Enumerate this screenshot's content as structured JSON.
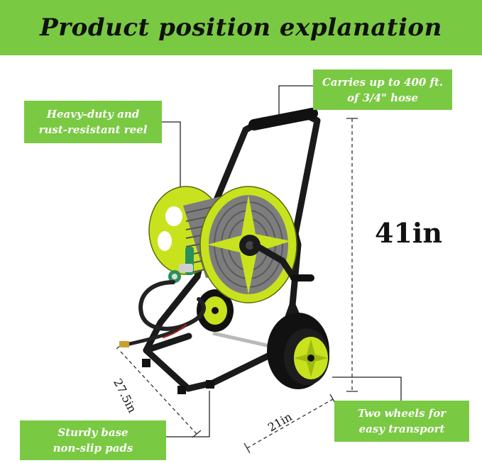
{
  "header": {
    "title": "Product position explanation"
  },
  "callouts": {
    "reel": [
      "Heavy-duty and",
      "rust-resistant reel"
    ],
    "capacity": [
      "Carries up to 400 ft.",
      "of 3/4\" hose"
    ],
    "wheels": [
      "Two wheels for",
      "easy transport"
    ],
    "base": [
      "Sturdy base",
      "non-slip pads"
    ]
  },
  "dimensions": {
    "height": "41in",
    "depth": "27.5in",
    "width": "21in"
  },
  "colors": {
    "accent": "#7ac943",
    "reel": "#c8e31e",
    "frame": "#1a1a1a",
    "hose": "#7d7d7d"
  }
}
